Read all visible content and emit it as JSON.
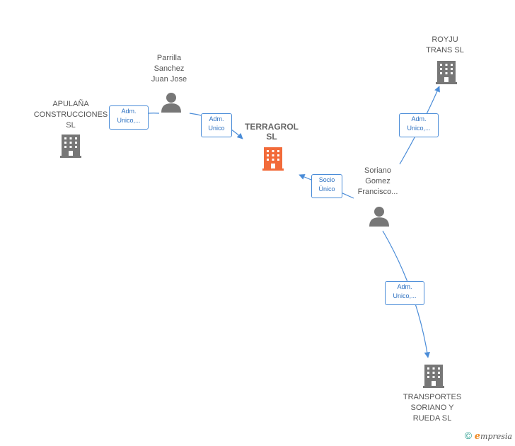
{
  "nodes": {
    "focus": {
      "label": "TERRAGROL\nSL",
      "color": "#f26b3a",
      "icon": "building-icon"
    },
    "apulana": {
      "label": "APULAÑA\nCONSTRUCCIONES\nSL",
      "icon": "building-icon"
    },
    "parrilla": {
      "label": "Parrilla\nSanchez\nJuan Jose",
      "icon": "person-icon"
    },
    "soriano": {
      "label": "Soriano\nGomez\nFrancisco...",
      "icon": "person-icon"
    },
    "royju": {
      "label": "ROYJU\nTRANS  SL",
      "icon": "building-icon"
    },
    "transportes": {
      "label": "TRANSPORTES\nSORIANO Y\nRUEDA  SL",
      "icon": "building-icon"
    }
  },
  "edges": {
    "parrilla_apulana": "Adm.\nUnico,...",
    "parrilla_focus": "Adm.\nUnico",
    "soriano_focus": "Socio\nÚnico",
    "soriano_royju": "Adm.\nUnico,...",
    "soriano_transportes": "Adm.\nUnico,..."
  },
  "colors": {
    "node": "#777777",
    "edge": "#4a8cd8",
    "accent": "#f26b3a"
  },
  "watermark": {
    "symbol": "©",
    "brand_letter": "e",
    "brand_rest": "mpresia"
  }
}
